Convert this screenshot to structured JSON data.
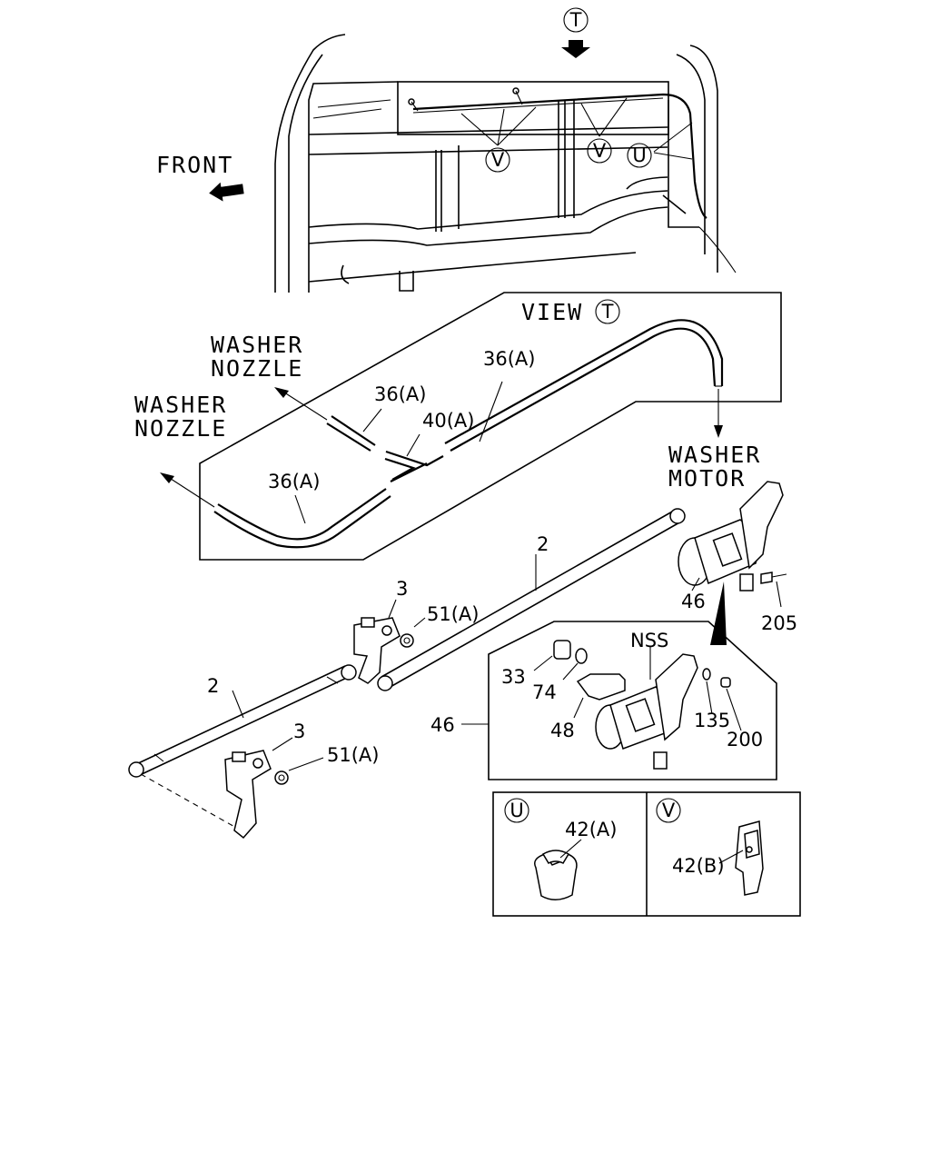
{
  "view_marks": {
    "top_T": "T",
    "clip_V1": "V",
    "clip_V2": "V",
    "clip_U": "U"
  },
  "front_label": "FRONT",
  "view_title": {
    "text": "VIEW",
    "mark": "T"
  },
  "labels": {
    "washer_nozzle_1": [
      "WASHER",
      "NOZZLE"
    ],
    "washer_nozzle_2": [
      "WASHER",
      "NOZZLE"
    ],
    "washer_motor": [
      "WASHER",
      "MOTOR"
    ],
    "hose_36a_top": "36(A)",
    "hose_36a_mid": "36(A)",
    "hose_36a_low": "36(A)",
    "joint_40a": "40(A)",
    "link_2_upper": "2",
    "link_2_lower": "2",
    "pivot_3_upper": "3",
    "pivot_3_lower": "3",
    "nut_51a_upper": "51(A)",
    "nut_51a_lower": "51(A)",
    "motor_46": "46",
    "bolt_205": "205",
    "nss": "NSS",
    "part_33": "33",
    "part_74": "74",
    "part_48": "48",
    "part_135": "135",
    "part_200": "200",
    "detail_46": "46"
  },
  "clip_panels": {
    "U": {
      "mark": "U",
      "part": "42(A)"
    },
    "V": {
      "mark": "V",
      "part": "42(B)"
    }
  }
}
